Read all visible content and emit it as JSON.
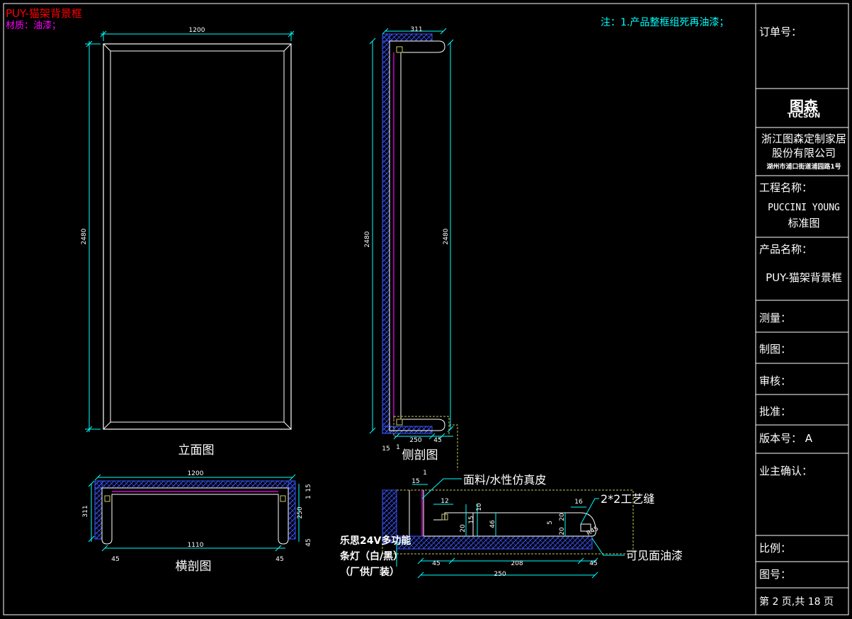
{
  "header": {
    "title": "PUY-猫架背景框",
    "material": "材质：油漆；",
    "note": "注：1.产品整框组死再油漆；"
  },
  "colors": {
    "background": "#000000",
    "border": "#ffffff",
    "dimension": "#00ffff",
    "title_red": "#ff0000",
    "material_magenta": "#ff00ff",
    "note_cyan": "#00ffff",
    "profile_blue": "#3a55ff",
    "hidden_yellow": "#c8c85a",
    "green": "#00ff00"
  },
  "elevation": {
    "label": "立面图",
    "width_dim": "1200",
    "height_dim": "2480"
  },
  "side_section": {
    "label": "侧剖图",
    "top_dim": "311",
    "left_height_dim": "2480",
    "right_height_dim": "2480",
    "dim_15": "15",
    "dim_1": "1",
    "dim_250": "250",
    "dim_45": "45"
  },
  "cross_section": {
    "label": "横剖图",
    "top_dim": "1200",
    "inner_dim": "1110",
    "left_dim": "45",
    "right_dim": "45",
    "depth_dim": "311",
    "dim_15": "15",
    "dim_1": "1",
    "dim_250": "250",
    "dim_45": "45"
  },
  "detail": {
    "callout_fabric": "面料/水性仿真皮",
    "callout_gap": "2*2工艺缝",
    "callout_paint": "可见面油漆",
    "led_line1": "乐思24V多功能",
    "led_line2": "条灯（白/黑）",
    "led_line3": "（厂供厂装）",
    "dim_15": "15",
    "dim_1": "1",
    "dim_12": "12",
    "dim_10": "10",
    "dim_20a": "20",
    "dim_15b": "15",
    "dim_46": "46",
    "dim_16": "16",
    "dim_20b": "20",
    "dim_5": "5",
    "dim_20c": "20",
    "radius": "R45",
    "dim_45a": "45",
    "dim_208": "208",
    "dim_45b": "45",
    "dim_250": "250"
  },
  "title_block": {
    "order_no": "订单号：",
    "logo_cn": "图森",
    "logo_en": "TUCSON",
    "company_line1": "浙江图森定制家居",
    "company_line2": "股份有限公司",
    "address": "湖州市浦口街道浦园路1号",
    "project_label": "工程名称：",
    "project_name": "PUCCINI YOUNG",
    "project_sub": "标准图",
    "product_label": "产品名称：",
    "product_name": "PUY-猫架背景框",
    "measure": "测量：",
    "drawn": "制图：",
    "review": "审核：",
    "approve": "批准：",
    "version": "版本号： A",
    "owner_confirm": "业主确认：",
    "scale": "比例：",
    "drawing_no": "图号：",
    "page": "第 2 页,共 18 页"
  }
}
